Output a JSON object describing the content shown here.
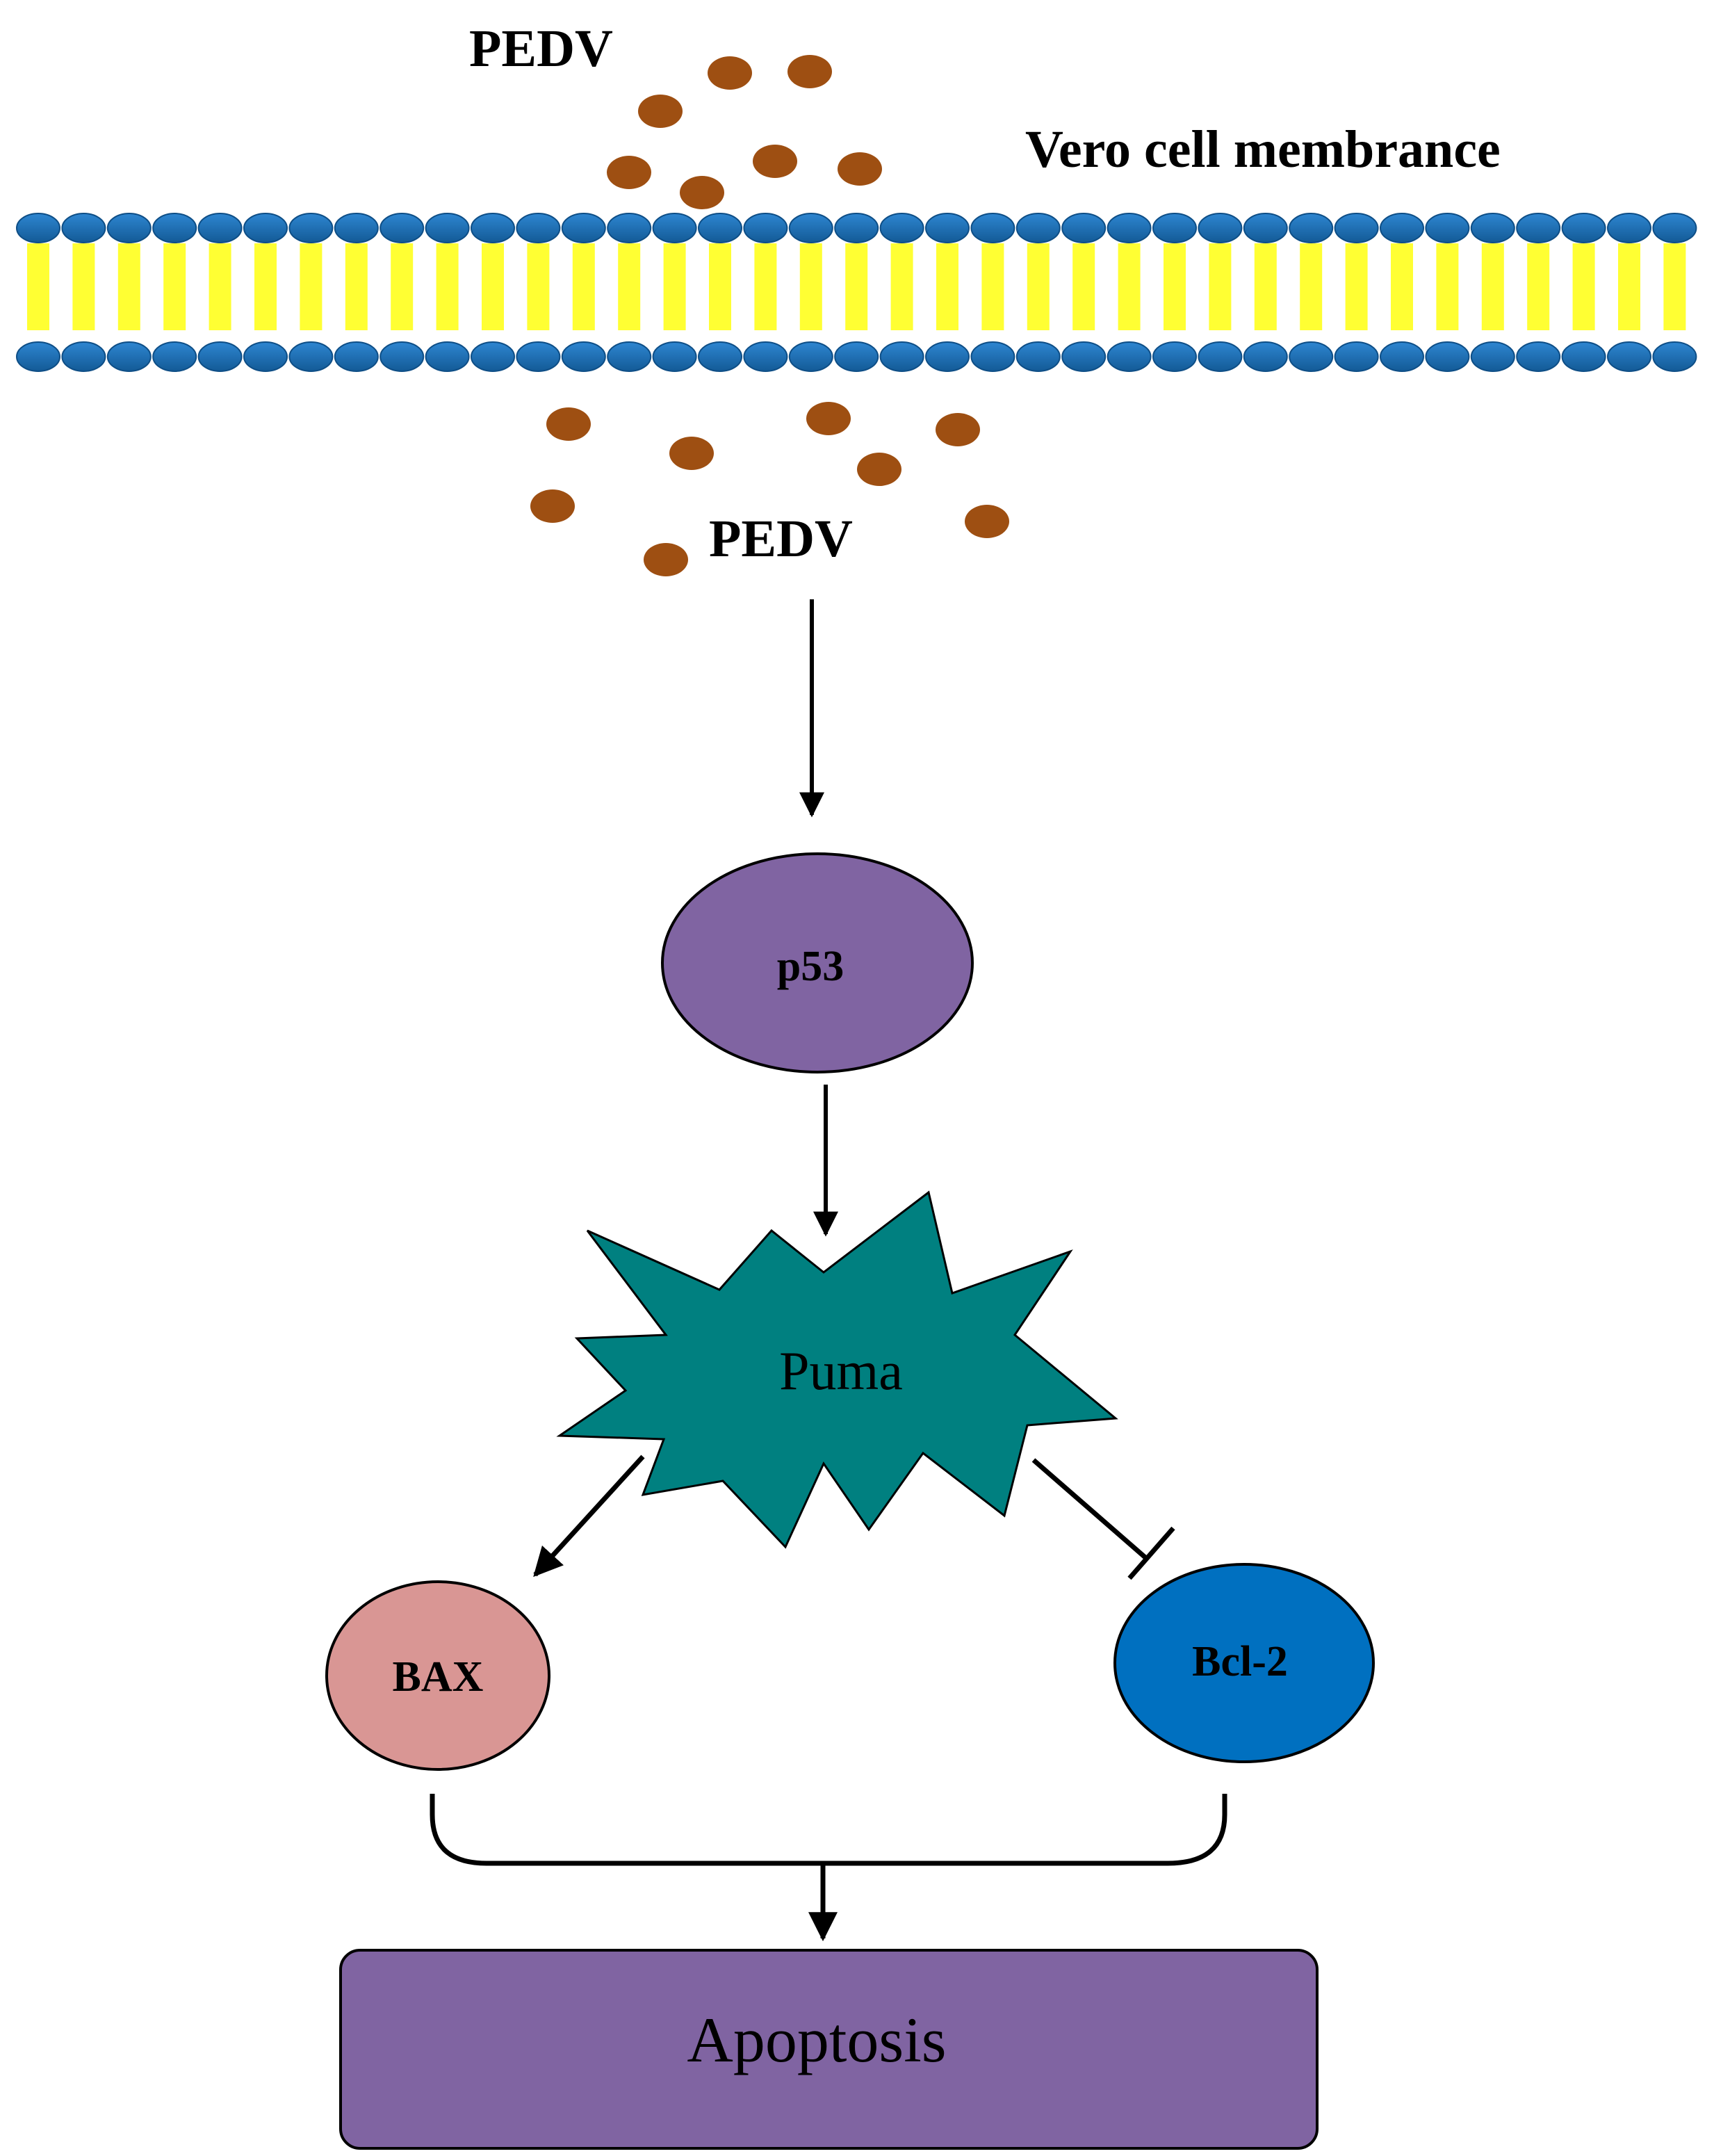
{
  "labels": {
    "pedv_outside": "PEDV",
    "pedv_inside": "PEDV",
    "membrane": "Vero cell membrance",
    "p53": "p53",
    "puma": "Puma",
    "bax": "BAX",
    "bcl2": "Bcl-2",
    "apoptosis": "Apoptosis"
  },
  "relations": [
    {
      "from": "PEDV",
      "to": "p53",
      "type": "activation"
    },
    {
      "from": "p53",
      "to": "Puma",
      "type": "activation"
    },
    {
      "from": "Puma",
      "to": "BAX",
      "type": "activation"
    },
    {
      "from": "Puma",
      "to": "Bcl-2",
      "type": "inhibition"
    },
    {
      "from": "BAX + Bcl-2",
      "to": "Apoptosis",
      "type": "activation"
    }
  ],
  "colors": {
    "virus_particle": "#9E4F12",
    "membrane_head": "#1F6FB5",
    "membrane_tail": "#FFFF33",
    "p53": "#8064A2",
    "puma": "#008080",
    "bax": "#D99694",
    "bcl2": "#0070C0",
    "apoptosis": "#8064A2",
    "line": "#000000"
  }
}
